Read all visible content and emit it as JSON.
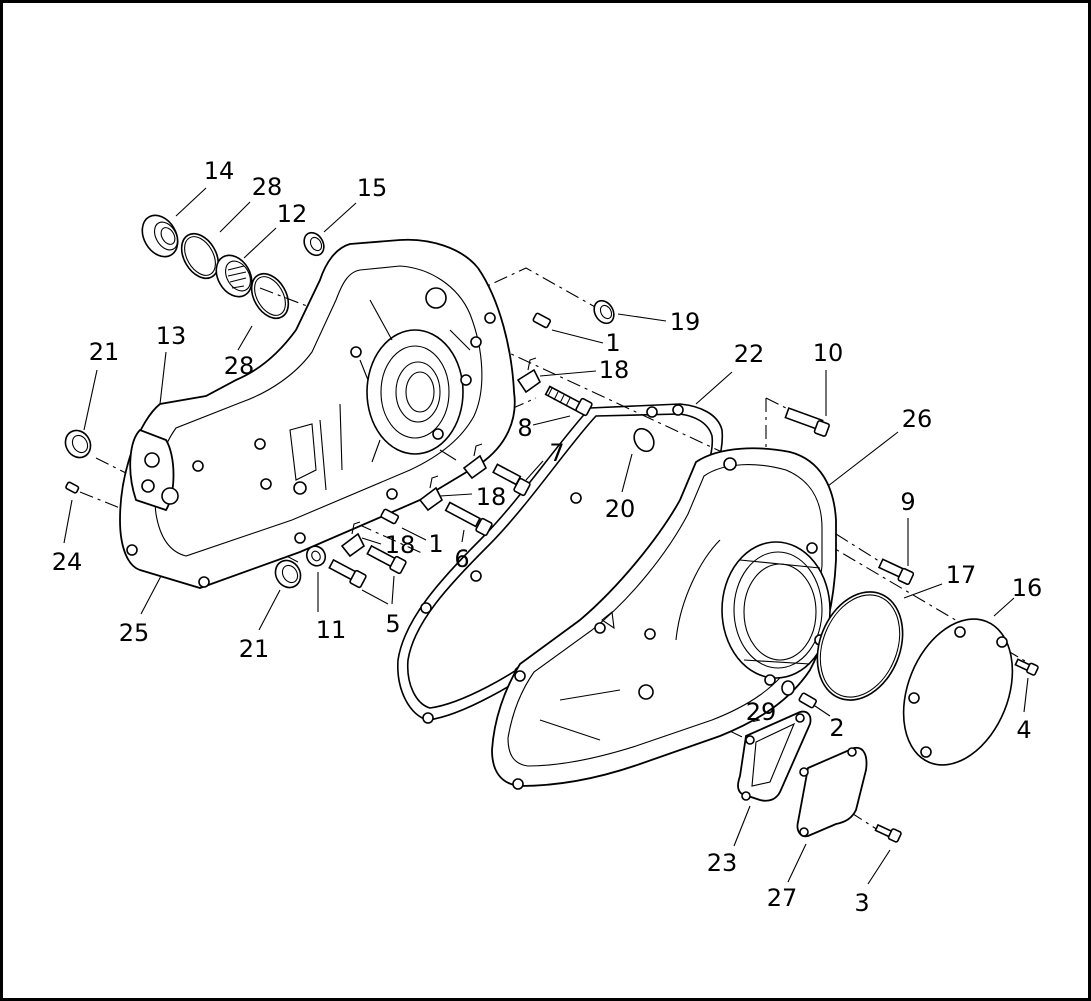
{
  "diagram": {
    "title": "",
    "callouts": [
      {
        "id": "c14a",
        "label": "14"
      },
      {
        "id": "c28a",
        "label": "28"
      },
      {
        "id": "c12",
        "label": "12"
      },
      {
        "id": "c15",
        "label": "15"
      },
      {
        "id": "c28b",
        "label": "28"
      },
      {
        "id": "c21a",
        "label": "21"
      },
      {
        "id": "c13",
        "label": "13"
      },
      {
        "id": "c19",
        "label": "19"
      },
      {
        "id": "c1a",
        "label": "1"
      },
      {
        "id": "c18a",
        "label": "18"
      },
      {
        "id": "c22",
        "label": "22"
      },
      {
        "id": "c10",
        "label": "10"
      },
      {
        "id": "c8",
        "label": "8"
      },
      {
        "id": "c7",
        "label": "7"
      },
      {
        "id": "c26",
        "label": "26"
      },
      {
        "id": "c18b",
        "label": "18"
      },
      {
        "id": "c20",
        "label": "20"
      },
      {
        "id": "c24",
        "label": "24"
      },
      {
        "id": "c18c",
        "label": "18"
      },
      {
        "id": "c1b",
        "label": "1"
      },
      {
        "id": "c6",
        "label": "6"
      },
      {
        "id": "c9",
        "label": "9"
      },
      {
        "id": "c17",
        "label": "17"
      },
      {
        "id": "c16",
        "label": "16"
      },
      {
        "id": "c25",
        "label": "25"
      },
      {
        "id": "c11",
        "label": "11"
      },
      {
        "id": "c5",
        "label": "5"
      },
      {
        "id": "c21b",
        "label": "21"
      },
      {
        "id": "c29",
        "label": "29"
      },
      {
        "id": "c2",
        "label": "2"
      },
      {
        "id": "c4",
        "label": "4"
      },
      {
        "id": "c23",
        "label": "23"
      },
      {
        "id": "c27",
        "label": "27"
      },
      {
        "id": "c3",
        "label": "3"
      }
    ]
  }
}
